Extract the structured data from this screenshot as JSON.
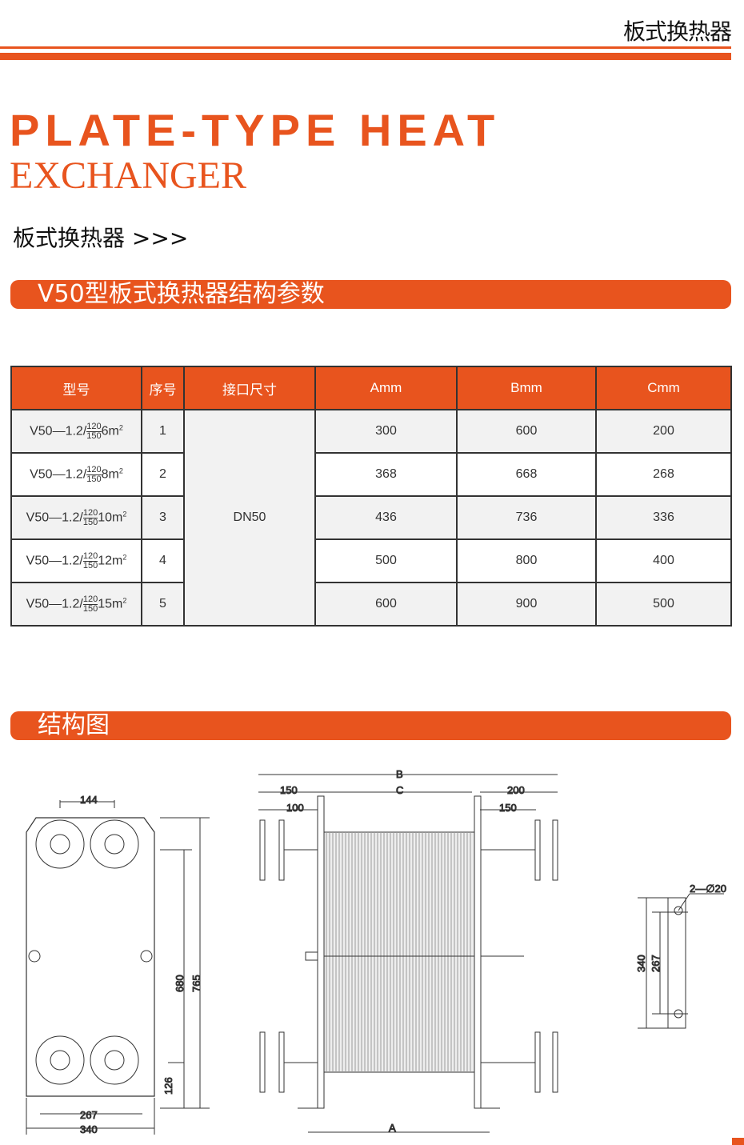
{
  "header": {
    "title": "板式换热器"
  },
  "title_line1": "PLATE-TYPE HEAT",
  "title_line2": "EXCHANGER",
  "subtitle": "板式换热器 >>>",
  "section1": "V50型板式换热器结构参数",
  "section2": "结构图",
  "table": {
    "headers": [
      "型号",
      "序号",
      "接口尺寸",
      "Amm",
      "Bmm",
      "Cmm"
    ],
    "connection": "DN50",
    "rows": [
      {
        "prefix": "V50—1.2/",
        "num": "120",
        "den": "150",
        "area": "6m",
        "sup": "2",
        "no": "1",
        "a": "300",
        "b": "600",
        "c": "200"
      },
      {
        "prefix": "V50—1.2/",
        "num": "120",
        "den": "150",
        "area": "8m",
        "sup": "2",
        "no": "2",
        "a": "368",
        "b": "668",
        "c": "268"
      },
      {
        "prefix": "V50—1.2/",
        "num": "120",
        "den": "150",
        "area": "10m",
        "sup": "2",
        "no": "3",
        "a": "436",
        "b": "736",
        "c": "336"
      },
      {
        "prefix": "V50—1.2/",
        "num": "120",
        "den": "150",
        "area": "12m",
        "sup": "2",
        "no": "4",
        "a": "500",
        "b": "800",
        "c": "400"
      },
      {
        "prefix": "V50—1.2/",
        "num": "120",
        "den": "150",
        "area": "15m",
        "sup": "2",
        "no": "5",
        "a": "600",
        "b": "900",
        "c": "500"
      }
    ]
  },
  "drawing": {
    "plate": {
      "d144": "144",
      "d680": "680",
      "d765": "765",
      "d126": "126",
      "d267": "267",
      "d340": "340"
    },
    "frame": {
      "B": "B",
      "C": "C",
      "A": "A",
      "d150a": "150",
      "d100": "100",
      "d200": "200",
      "d150b": "150"
    },
    "bar": {
      "hole": "2—∅20",
      "d340": "340",
      "d267": "267"
    }
  },
  "colors": {
    "accent": "#e8541e"
  }
}
